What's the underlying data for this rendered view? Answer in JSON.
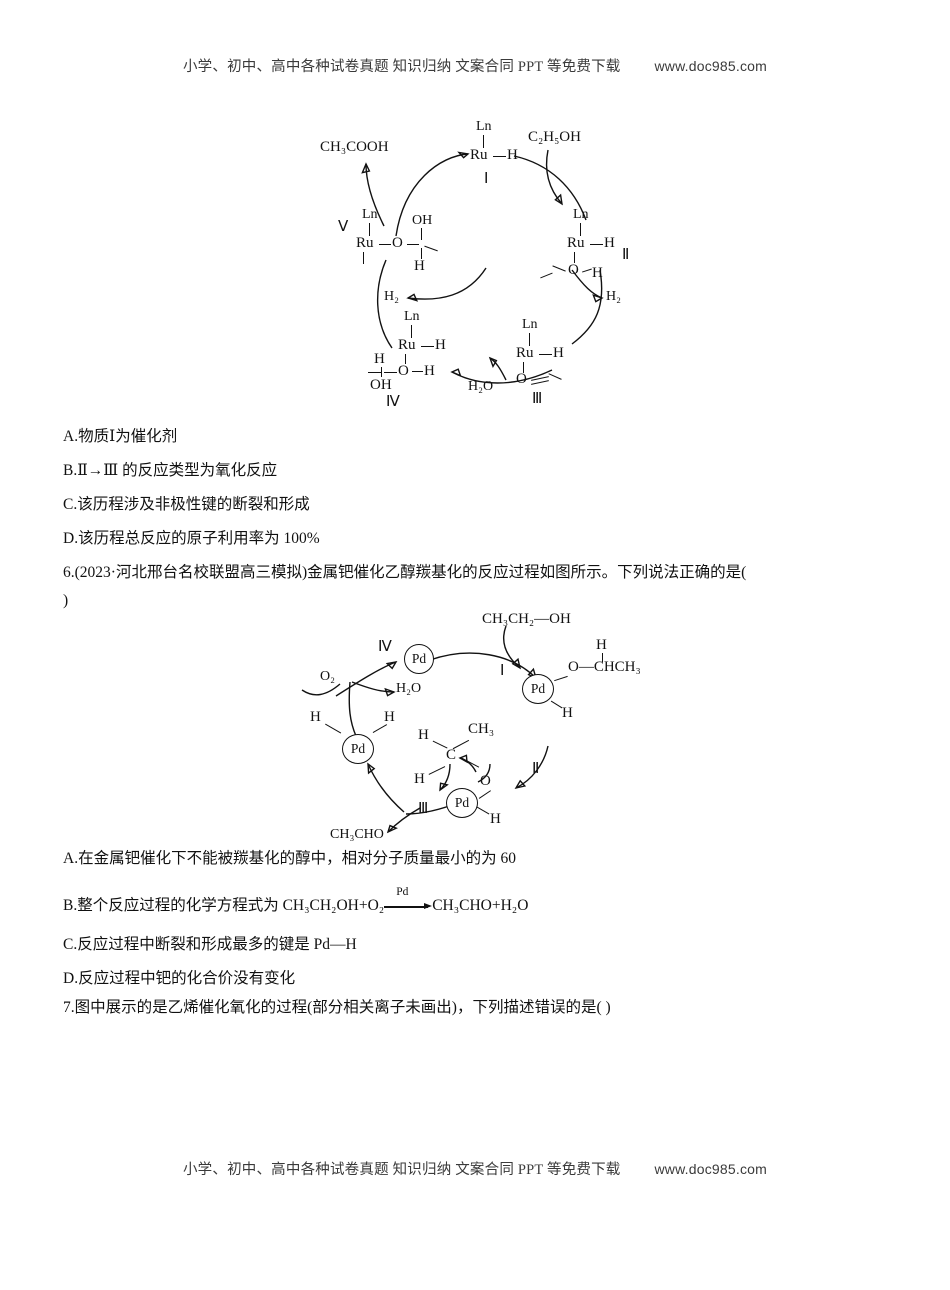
{
  "header": {
    "text": "小学、初中、高中各种试卷真题  知识归纳  文案合同  PPT 等免费下载",
    "url": "www.doc985.com"
  },
  "footer": {
    "text": "小学、初中、高中各种试卷真题  知识归纳  文案合同  PPT 等免费下载",
    "url": "www.doc985.com"
  },
  "question5": {
    "options": [
      "A.物质Ⅰ为催化剂",
      "B.Ⅱ→Ⅲ 的反应类型为氧化反应",
      "C.该历程涉及非极性键的断裂和形成",
      "D.该历程总反应的原子利用率为 100%"
    ],
    "diagram": {
      "name": "ruthenium-catalytic-cycle",
      "reactant_in": "C₂H₅OH",
      "product_out": "CH₃COOH",
      "byproducts": [
        "H₂",
        "H₂",
        "H₂O"
      ],
      "metal": "Ru",
      "ligand": "Ln",
      "labels": [
        "Ⅰ",
        "Ⅱ",
        "Ⅲ",
        "Ⅳ",
        "Ⅴ"
      ]
    }
  },
  "question6": {
    "stem_line1": "6.(2023·河北邢台名校联盟高三模拟)金属钯催化乙醇羰基化的反应过程如图所示。下列说法正确的是(",
    "stem_line2": ")",
    "options": {
      "a": "A.在金属钯催化下不能被羰基化的醇中，相对分子质量最小的为 60",
      "b_prefix": "B.整个反应过程的化学方程式为 CH₃CH₂OH+O₂",
      "b_catalyst": "Pd",
      "b_suffix": "CH₃CHO+H₂O",
      "c": "C.反应过程中断裂和形成最多的键是 Pd—H",
      "d": "D.反应过程中钯的化合价没有变化"
    },
    "diagram": {
      "name": "palladium-catalytic-cycle",
      "reactant_in": "CH₃CH₂—OH",
      "oxidant_in": "O₂",
      "products_out": [
        "H₂O",
        "CH₃CHO"
      ],
      "metal": "Pd",
      "labels": [
        "Ⅰ",
        "Ⅱ",
        "Ⅲ",
        "Ⅳ"
      ]
    }
  },
  "question7": {
    "stem": "7.图中展示的是乙烯催化氧化的过程(部分相关离子未画出)，下列描述错误的是(          )"
  },
  "chem": {
    "Ln": "Ln",
    "Ru": "Ru",
    "Pd": "Pd",
    "H": "H",
    "O": "O",
    "C": "C",
    "OH": "OH",
    "CH3": "CH₃",
    "H2": "H₂",
    "H2O": "H₂O",
    "O2": "O₂",
    "CH3COOH": "CH₃COOH",
    "C2H5OH": "C₂H₅OH",
    "CH3CH2OH": "CH₃CH₂—OH",
    "CH3CHO": "CH₃CHO",
    "CHCH3": "O—CHCH₃",
    "rn1": "Ⅰ",
    "rn2": "Ⅱ",
    "rn3": "Ⅲ",
    "rn4": "Ⅳ",
    "rn5": "Ⅴ"
  }
}
